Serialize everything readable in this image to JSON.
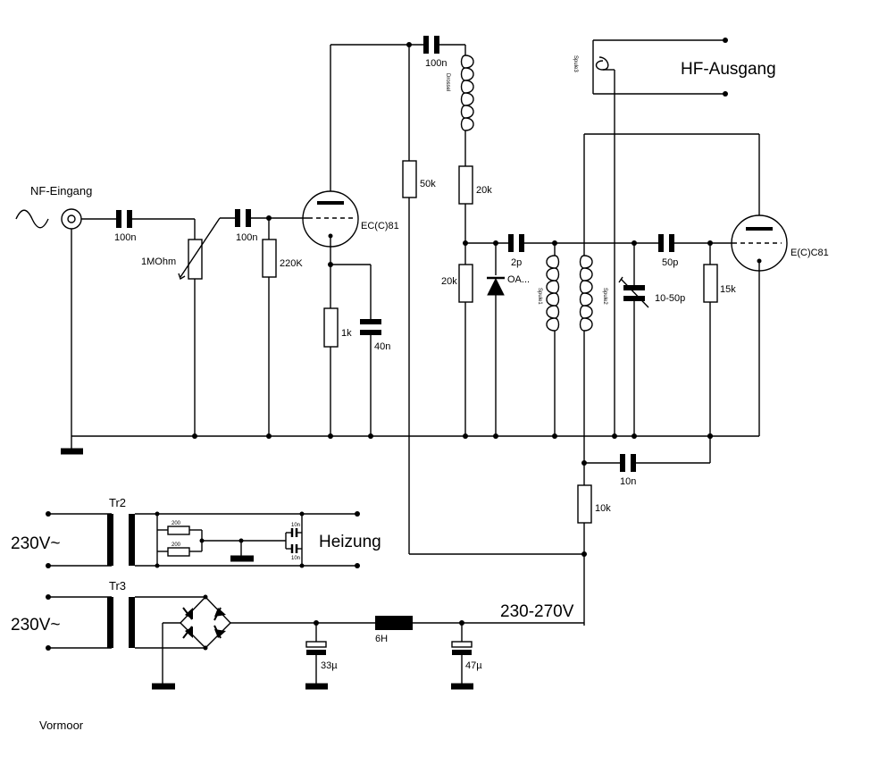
{
  "labels": {
    "nf_eingang": "NF-Eingang",
    "hf_ausgang": "HF-Ausgang",
    "heizung": "Heizung",
    "mains1": "230V~",
    "mains2": "230V~",
    "supply": "230-270V",
    "author": "Vormoor",
    "tr2": "Tr2",
    "tr3": "Tr3"
  },
  "components": {
    "c_in": "100n",
    "pot": "1MOhm",
    "c_grid1": "100n",
    "r_grid1": "220K",
    "tube1": "EC(C)81",
    "r_cath1": "1k",
    "c_cath1": "40n",
    "c_top": "100n",
    "choke": "Drossel",
    "r_50k": "50k",
    "r_20k_top": "20k",
    "r_20k_low": "20k",
    "diode": "OA...",
    "c_2p": "2p",
    "coil1": "Spule1",
    "coil2": "Spule2",
    "coil3": "Spule3",
    "c_var": "10-50p",
    "c_50p": "50p",
    "r_15k": "15k",
    "tube2": "E(C)C81",
    "c_10n": "10n",
    "r_10k": "10k",
    "choke_6h": "6H",
    "c_33u": "33µ",
    "c_47u": "47µ",
    "heat_r1": "200",
    "heat_r2": "200",
    "heat_c1": "10n",
    "heat_c2": "10n"
  }
}
